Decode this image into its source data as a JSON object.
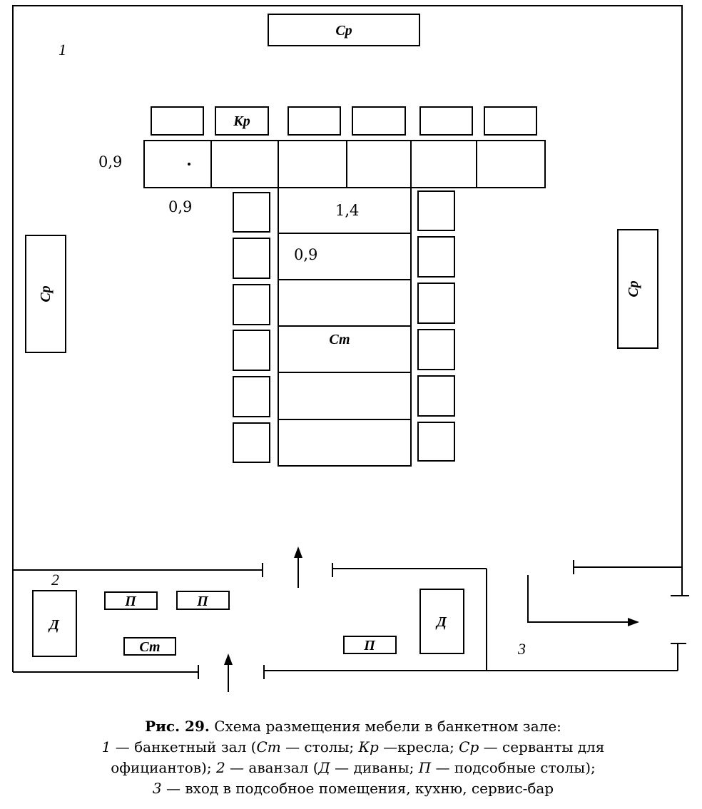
{
  "labels": {
    "sr": "Ср",
    "kr": "Кр",
    "st": "Ст",
    "d": "Д",
    "p": "П"
  },
  "dimensions": {
    "a": "0,9",
    "b": "0,9",
    "c": "1,4",
    "d": "0,9"
  },
  "zones": {
    "hall": "1",
    "anteroom": "2",
    "service": "3"
  },
  "caption": {
    "fig_number": "Рис. 29.",
    "title": " Схема размещения мебели в банкетном зале:",
    "line2_n1": "1",
    "line2_a": " — банкетный зал (",
    "line2_st": "Ст",
    "line2_b": " — столы; ",
    "line2_kr": "Кр",
    "line2_c": " —кресла; ",
    "line2_sr": "Ср",
    "line2_d": " — серванты для",
    "line3_a": "официантов); ",
    "line3_n2": "2",
    "line3_b": " — аванзал (",
    "line3_d": "Д",
    "line3_c": " — диваны; ",
    "line3_p": "П",
    "line3_e": " — подсобные столы);",
    "line4_n3": "3",
    "line4_a": " — вход в подсобное помещения, кухню, сервис-бар"
  }
}
